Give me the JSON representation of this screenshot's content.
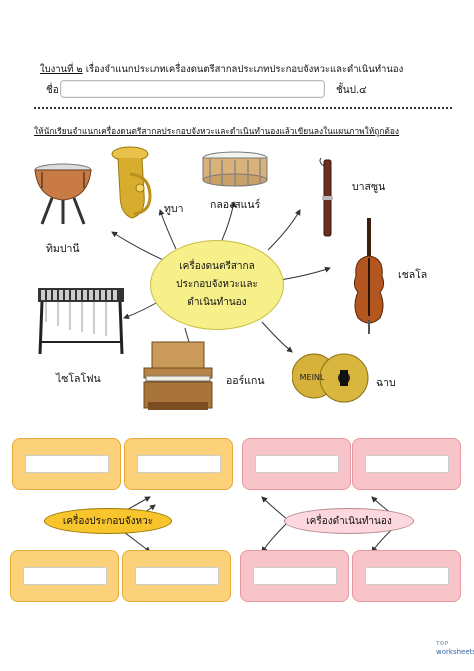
{
  "header": {
    "worksheet_no": "ใบงานที่ ๒",
    "title": " เรื่องจำแนกประเภทเครื่องดนตรีสากลประเภทประกอบจังหวะและดำเนินทำนอง",
    "name_label": "ชื่อ",
    "class_label": "ชั้นป.๔"
  },
  "instruction": "ให้นักเรียนจำแนกเครื่องดนตรีสากลประกอบจังหวะและดำเนินทำนองแล้วเขียนลงในแผนภาพให้ถูกต้อง",
  "center": {
    "label": "เครื่องดนตรีสากลประกอบจังหวะและดำเนินทำนอง"
  },
  "instruments": {
    "timpani": "ทิมปานี",
    "tuba": "ทูบา",
    "snare": "กลองสแนร์",
    "bassoon": "บาสซูน",
    "cello": "เชลโล",
    "xylophone": "ไซโลโฟน",
    "organ": "ออร์แกน",
    "cymbal": "ฉาบ",
    "cymbal_brand": "MEINL"
  },
  "categories": {
    "rhythm": "เครื่องประกอบจังหวะ",
    "melody": "เครื่องดำเนินทำนอง"
  },
  "logo": {
    "top": "TOP",
    "brand": "worksheets"
  },
  "colors": {
    "oval": "#f7f08a",
    "orange": "#fbd27a",
    "pink": "#f9c4c9"
  }
}
